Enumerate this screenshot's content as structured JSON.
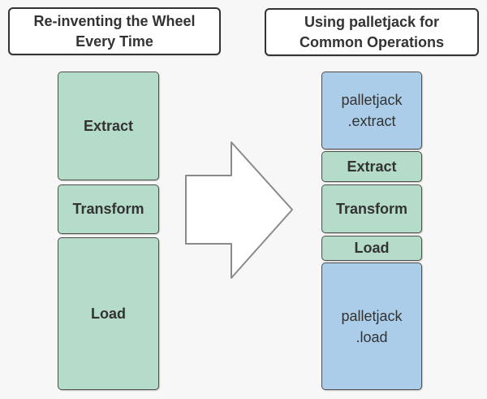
{
  "page": {
    "background_color": "#f8f7f7",
    "text_color": "#333333"
  },
  "colors": {
    "step_box_fill": "#b5dcc8",
    "palletjack_box_fill": "#abcde9",
    "node_border": "#4d4d4d",
    "title_border": "#333333",
    "title_fill": "#ffffff",
    "arrow_fill": "#ffffff",
    "arrow_stroke": "#8a8a8a"
  },
  "left_panel": {
    "title": {
      "line1": "Re-inventing the Wheel",
      "line2": "Every Time"
    },
    "boxes": [
      {
        "label": "Extract"
      },
      {
        "label": "Transform"
      },
      {
        "label": "Load"
      }
    ]
  },
  "right_panel": {
    "title": {
      "line1": "Using palletjack for",
      "line2": "Common Operations"
    },
    "boxes": [
      {
        "line1": "palletjack",
        "line2": ".extract"
      },
      {
        "label": "Extract"
      },
      {
        "label": "Transform"
      },
      {
        "label": "Load"
      },
      {
        "line1": "palletjack",
        "line2": ".load"
      }
    ]
  },
  "arrow": {
    "direction": "right"
  }
}
